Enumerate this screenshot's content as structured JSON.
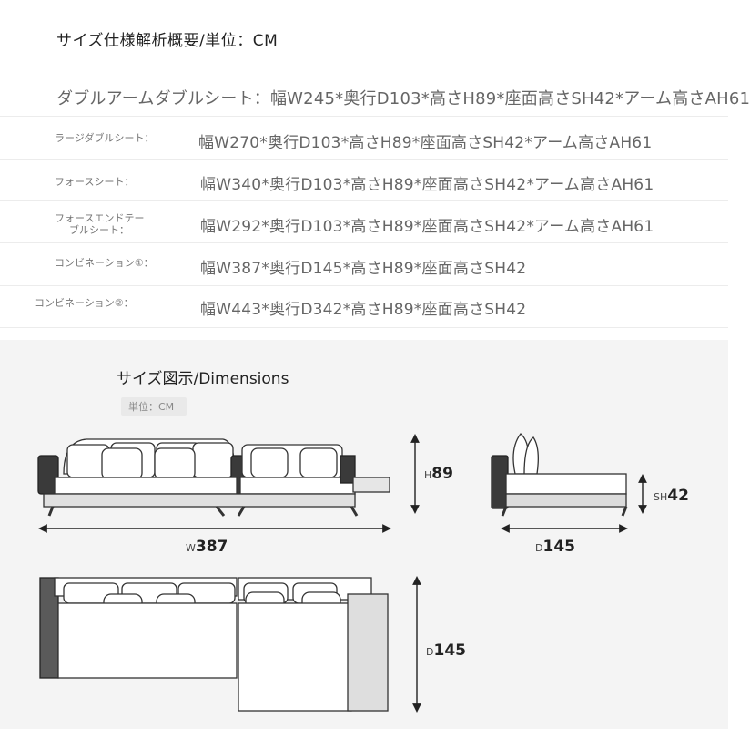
{
  "spec": {
    "title": "サイズ仕様解析概要/単位：CM",
    "first_row": "ダブルアームダブルシート：幅W245*奥行D103*高さH89*座面高さSH42*アーム高さAH61",
    "rows": [
      {
        "label": "ラージダブルシート：",
        "value": "幅W270*奥行D103*高さH89*座面高さSH42*アーム高さAH61"
      },
      {
        "label": "フォースシート：",
        "value": "幅W340*奥行D103*高さH89*座面高さSH42*アーム高さAH61"
      },
      {
        "label_line1": "フォースエンドテー",
        "label_line2": "ブルシート：",
        "value": "幅W292*奥行D103*高さH89*座面高さSH42*アーム高さAH61"
      },
      {
        "label": "コンビネーション①：",
        "value": "幅W387*奥行D145*高さH89*座面高さSH42"
      },
      {
        "label": "コンビネーション②：",
        "value": "幅W443*奥行D342*高さH89*座面高さSH42"
      }
    ]
  },
  "dimensions": {
    "title": "サイズ図示/Dimensions",
    "unit": "単位：CM",
    "labels": {
      "height_prefix": "H",
      "height_value": "89",
      "width_prefix": "W",
      "width_value": "387",
      "depth_side_prefix": "D",
      "depth_side_value": "145",
      "seat_prefix": "SH",
      "seat_value": "42",
      "depth_top_prefix": "D",
      "depth_top_value": "145"
    }
  }
}
